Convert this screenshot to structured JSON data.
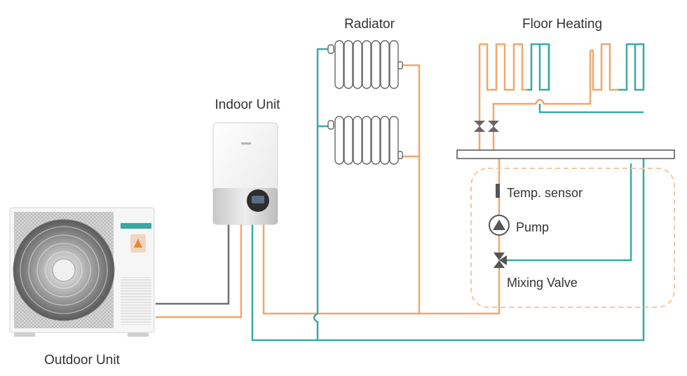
{
  "labels": {
    "radiator": "Radiator",
    "floor_heating": "Floor Heating",
    "indoor_unit": "Indoor Unit",
    "outdoor_unit": "Outdoor Unit",
    "temp_sensor": "Temp. sensor",
    "pump": "Pump",
    "mixing_valve": "Mixing Valve"
  },
  "colors": {
    "supply_pipe": "#F0A76A",
    "return_pipe": "#3BA8A4",
    "refrigerant_pipe": "#6E6E6E",
    "mixing_zone_border": "#F2C8A6",
    "outline": "#555555"
  },
  "icons": [
    "fan-grille",
    "valve-icon",
    "pump-icon",
    "temp-sensor-icon",
    "radiator-icon"
  ]
}
